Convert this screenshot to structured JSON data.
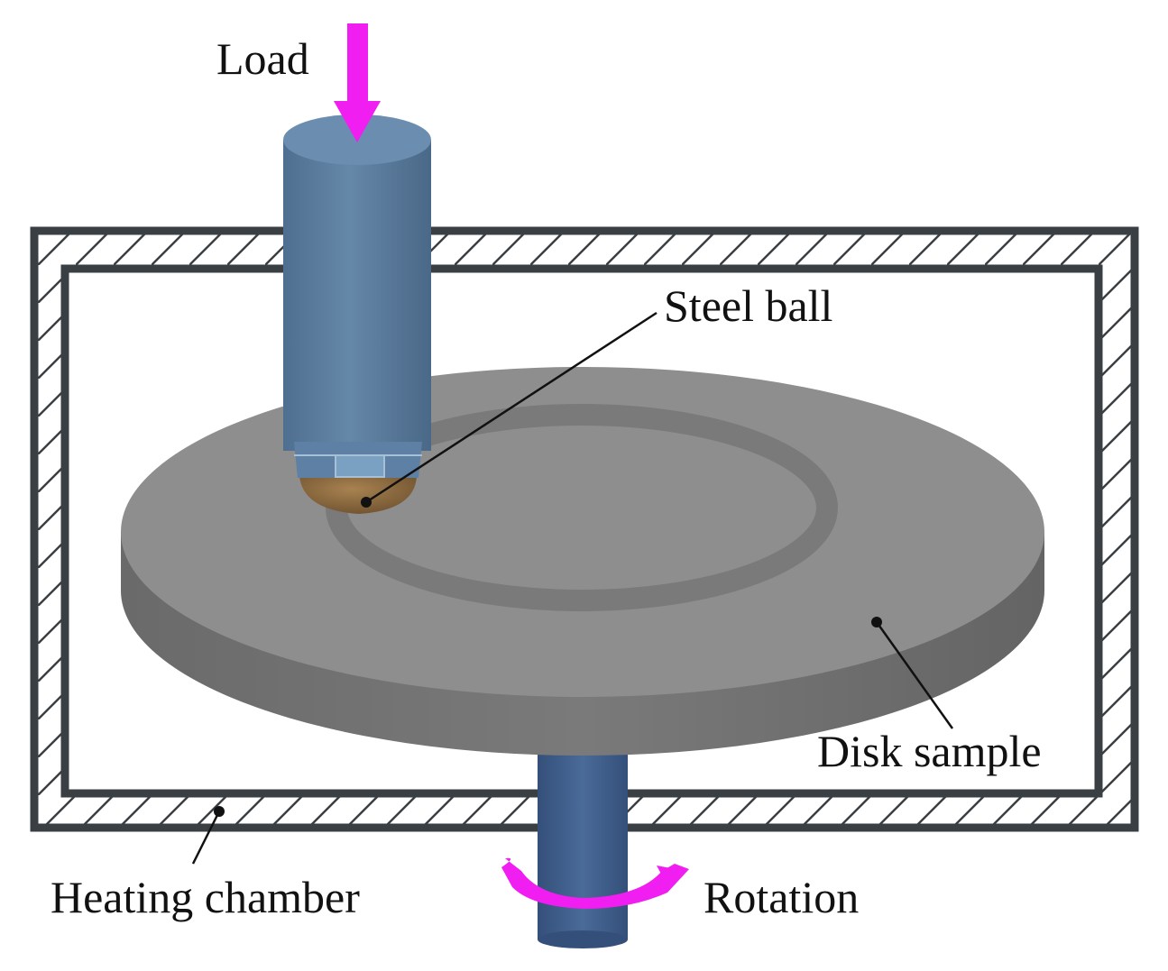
{
  "labels": {
    "load": "Load",
    "steel_ball": "Steel ball",
    "disk_sample": "Disk sample",
    "heating_chamber": "Heating chamber",
    "rotation": "Rotation"
  },
  "colors": {
    "arrow": "#f01ef0",
    "chamber_wall": "#3a3f44",
    "disk_top": "#8e8e8e",
    "disk_side": "#6f6f6f",
    "wear_track": "#7a7a7a",
    "pin": "#5b7c9e",
    "ball": "#8f6a3a",
    "shaft": "#3f5c88",
    "leader": "#111111"
  }
}
